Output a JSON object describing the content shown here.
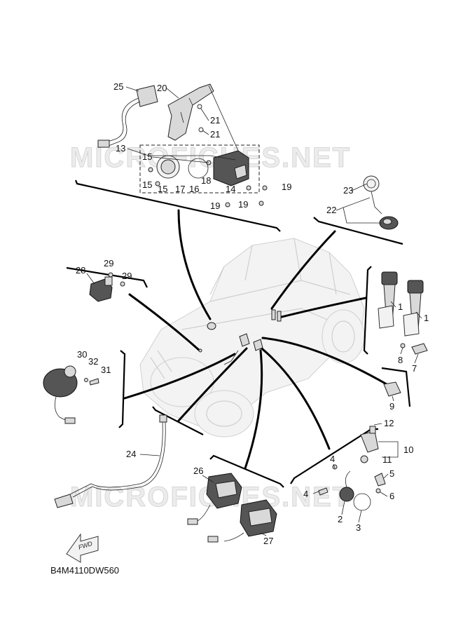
{
  "diagram": {
    "watermark_top": "MICROFICHES.NET",
    "watermark_bottom": "MICROFICHES.NET",
    "diagram_code": "B4M4110DW560",
    "fwd_label": "FWD",
    "callouts": [
      {
        "id": "c25",
        "label": "25"
      },
      {
        "id": "c20",
        "label": "20"
      },
      {
        "id": "c21a",
        "label": "21"
      },
      {
        "id": "c21b",
        "label": "21"
      },
      {
        "id": "c13",
        "label": "13"
      },
      {
        "id": "c15a",
        "label": "15"
      },
      {
        "id": "c15b",
        "label": "15"
      },
      {
        "id": "c15c",
        "label": "15"
      },
      {
        "id": "c17",
        "label": "17"
      },
      {
        "id": "c16",
        "label": "16"
      },
      {
        "id": "c18",
        "label": "18"
      },
      {
        "id": "c14",
        "label": "14"
      },
      {
        "id": "c19a",
        "label": "19"
      },
      {
        "id": "c19b",
        "label": "19"
      },
      {
        "id": "c19c",
        "label": "19"
      },
      {
        "id": "c23",
        "label": "23"
      },
      {
        "id": "c22",
        "label": "22"
      },
      {
        "id": "c28",
        "label": "28"
      },
      {
        "id": "c29a",
        "label": "29"
      },
      {
        "id": "c29b",
        "label": "29"
      },
      {
        "id": "c1a",
        "label": "1"
      },
      {
        "id": "c1b",
        "label": "1"
      },
      {
        "id": "c8",
        "label": "8"
      },
      {
        "id": "c7",
        "label": "7"
      },
      {
        "id": "c30",
        "label": "30"
      },
      {
        "id": "c32",
        "label": "32"
      },
      {
        "id": "c31",
        "label": "31"
      },
      {
        "id": "c9",
        "label": "9"
      },
      {
        "id": "c12",
        "label": "12"
      },
      {
        "id": "c10",
        "label": "10"
      },
      {
        "id": "c11",
        "label": "11"
      },
      {
        "id": "c24",
        "label": "24"
      },
      {
        "id": "c26",
        "label": "26"
      },
      {
        "id": "c4a",
        "label": "4"
      },
      {
        "id": "c4b",
        "label": "4"
      },
      {
        "id": "c5",
        "label": "5"
      },
      {
        "id": "c6",
        "label": "6"
      },
      {
        "id": "c2",
        "label": "2"
      },
      {
        "id": "c3",
        "label": "3"
      },
      {
        "id": "c27",
        "label": "27"
      }
    ]
  }
}
